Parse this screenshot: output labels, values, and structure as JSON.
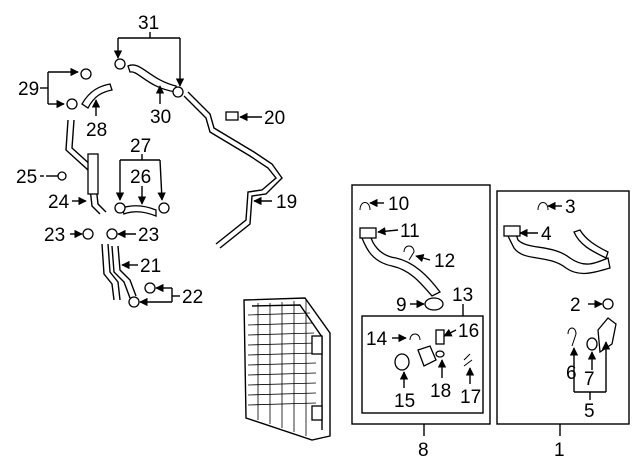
{
  "diagram": {
    "callouts": {
      "c1": "1",
      "c2": "2",
      "c3": "3",
      "c4": "4",
      "c5": "5",
      "c6": "6",
      "c7": "7",
      "c8": "8",
      "c9": "9",
      "c10": "10",
      "c11": "11",
      "c12": "12",
      "c13": "13",
      "c14": "14",
      "c15": "15",
      "c16": "16",
      "c17": "17",
      "c18": "18",
      "c19": "19",
      "c20": "20",
      "c21": "21",
      "c22": "22",
      "c23a": "23",
      "c23b": "23",
      "c24": "24",
      "c25": "25",
      "c26": "26",
      "c27": "27",
      "c28": "28",
      "c29": "29",
      "c30": "30",
      "c31": "31"
    },
    "colors": {
      "ink": "#000000",
      "paper": "#ffffff"
    }
  }
}
